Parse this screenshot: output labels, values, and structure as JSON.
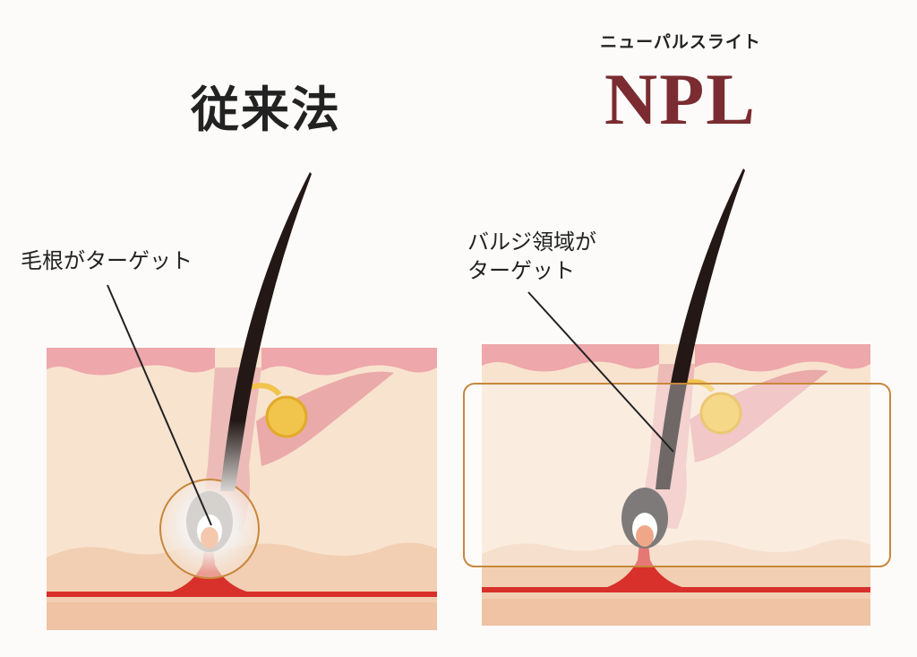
{
  "left": {
    "title": "従来法",
    "callout": "毛根がターゲット"
  },
  "right": {
    "subtitle": "ニューパルスライト",
    "title": "NPL",
    "callout_line1": "バルジ領域が",
    "callout_line2": "ターゲット"
  },
  "colors": {
    "skin_light": "#f8e3cf",
    "skin_top": "#eea7aa",
    "skin_bottom": "#f2cfb2",
    "blood_vessel": "#d8302b",
    "hair": "#231816",
    "gland": "#f1c44b",
    "highlight_outline": "#d99545",
    "accent_title": "#7a2c30"
  }
}
